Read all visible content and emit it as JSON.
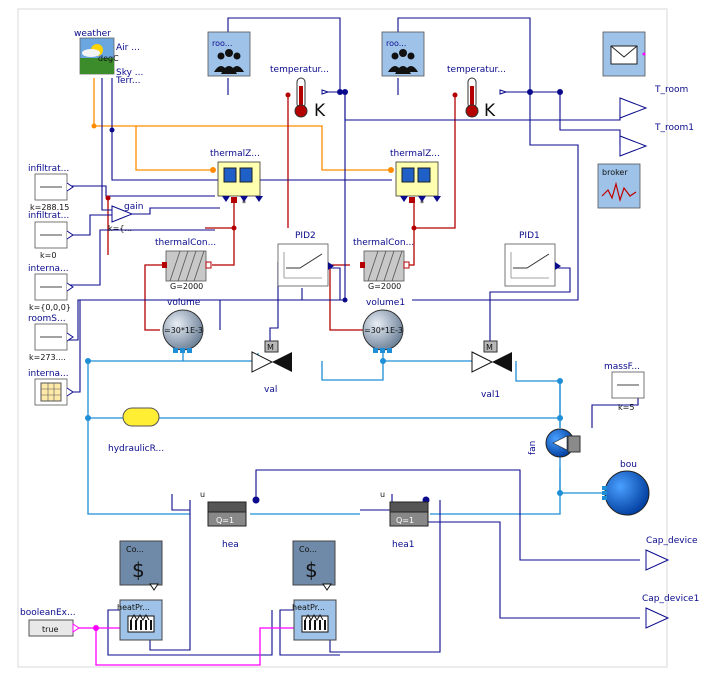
{
  "labels": {
    "weather": "weather",
    "weather_air": "Air ...",
    "weather_degc": "degC",
    "weather_sky": "Sky ...",
    "weather_terr": "Terr...",
    "room1": "roo...",
    "room2": "roo...",
    "temp1": "temperatur...",
    "temp2": "temperatur...",
    "k1": "K",
    "k2": "K",
    "t_room": "T_room",
    "t_room1": "T_room1",
    "broker": "broker",
    "thermalz1": "thermalZ...",
    "thermalz2": "thermalZ...",
    "infiltr1": "infiltrat...",
    "infiltr1_k": "k=288.15",
    "infiltr2": "infiltrat...",
    "infiltr2_k": "k=0",
    "interna1": "interna...",
    "interna1_k": "k={0,0,0}",
    "rooms": "roomS...",
    "rooms_k": "k=273....",
    "interna2": "interna...",
    "gain": "gain",
    "gain_k": "k={...",
    "thermalcon1": "thermalCon...",
    "thermalcon1_g": "G=2000",
    "thermalcon2": "thermalCon...",
    "thermalcon2_g": "G=2000",
    "pid2": "PID2",
    "pid1": "PID1",
    "volume": "volume",
    "volume_v": "=30*1E-3",
    "volume1": "volume1",
    "volume1_v": "=30*1E-3",
    "val": "val",
    "val1": "val1",
    "m_val": "M",
    "m_val1": "M",
    "massf": "massF...",
    "massf_k": "k=5",
    "hydraulic": "hydraulicR...",
    "fan": "fan",
    "bou": "bou",
    "hea": "hea",
    "hea_q": "Q=1",
    "hea_u": "u",
    "hea1": "hea1",
    "hea1_q": "Q=1",
    "hea1_u": "u",
    "cap_device": "Cap_device",
    "cap_device1": "Cap_device1",
    "cost1": "Co...",
    "cost2": "Co...",
    "dollar1": "$",
    "dollar2": "$",
    "heatpr1": "heatPr...",
    "heatpr2": "heatPr...",
    "boolean": "booleanEx...",
    "boolean_val": "true"
  },
  "colors": {
    "signal": "#0a0a8c",
    "fluid": "#1e8fd6",
    "heat": "#b40000",
    "weather_bus": "#ff8c00",
    "boolean": "#ff00ff",
    "component_yellow": "#ffffb0",
    "icon_blue": "#9fc3e8"
  }
}
